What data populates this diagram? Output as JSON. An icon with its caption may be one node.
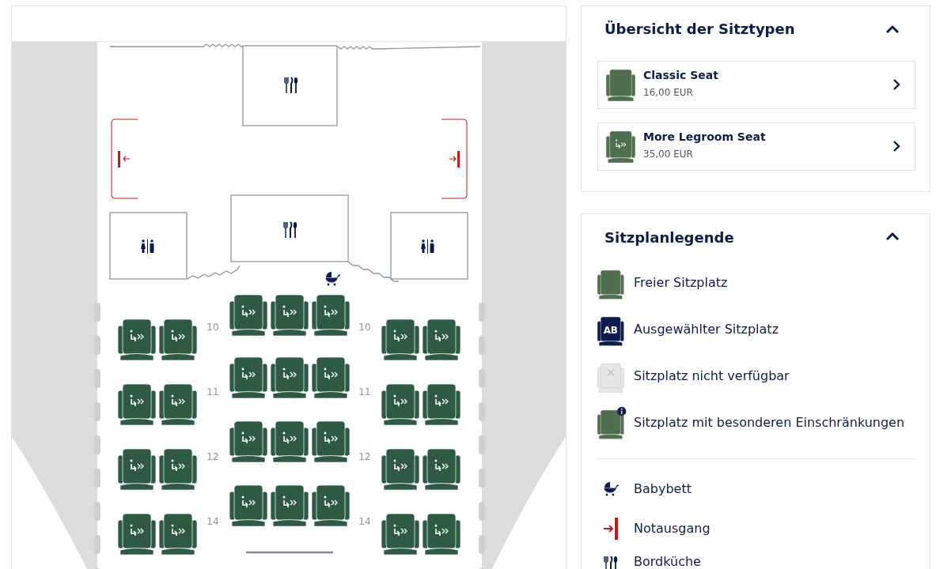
{
  "diagram": {
    "nodes": [
      {
        "text": [
          "Übersicht der Sitztypen"
        ]
      },
      {
        "text": [
          "Classic Seat",
          "16,00 EUR"
        ],
        "in": 0
      },
      {
        "text": [
          "More Legroom Seat",
          "35,00 EUR"
        ],
        "in": 0
      },
      {
        "text": [
          "Sitzplanlegende"
        ]
      }
    ],
    "labels": [
      "10",
      "10",
      "11",
      "11",
      "12",
      "12",
      "14",
      "14",
      "AB"
    ],
    "legend": [
      {
        "text": "Freier Sitzplatz"
      },
      {
        "text": "Ausgewählter Sitzplatz"
      },
      {
        "text": "Sitzplatz nicht verfügbar"
      },
      {
        "text": "Sitzplatz mit besonderen Einschränkungen"
      },
      {
        "text": "Babybett"
      },
      {
        "text": "Notausgang"
      },
      {
        "text": "Bordküche"
      }
    ]
  }
}
